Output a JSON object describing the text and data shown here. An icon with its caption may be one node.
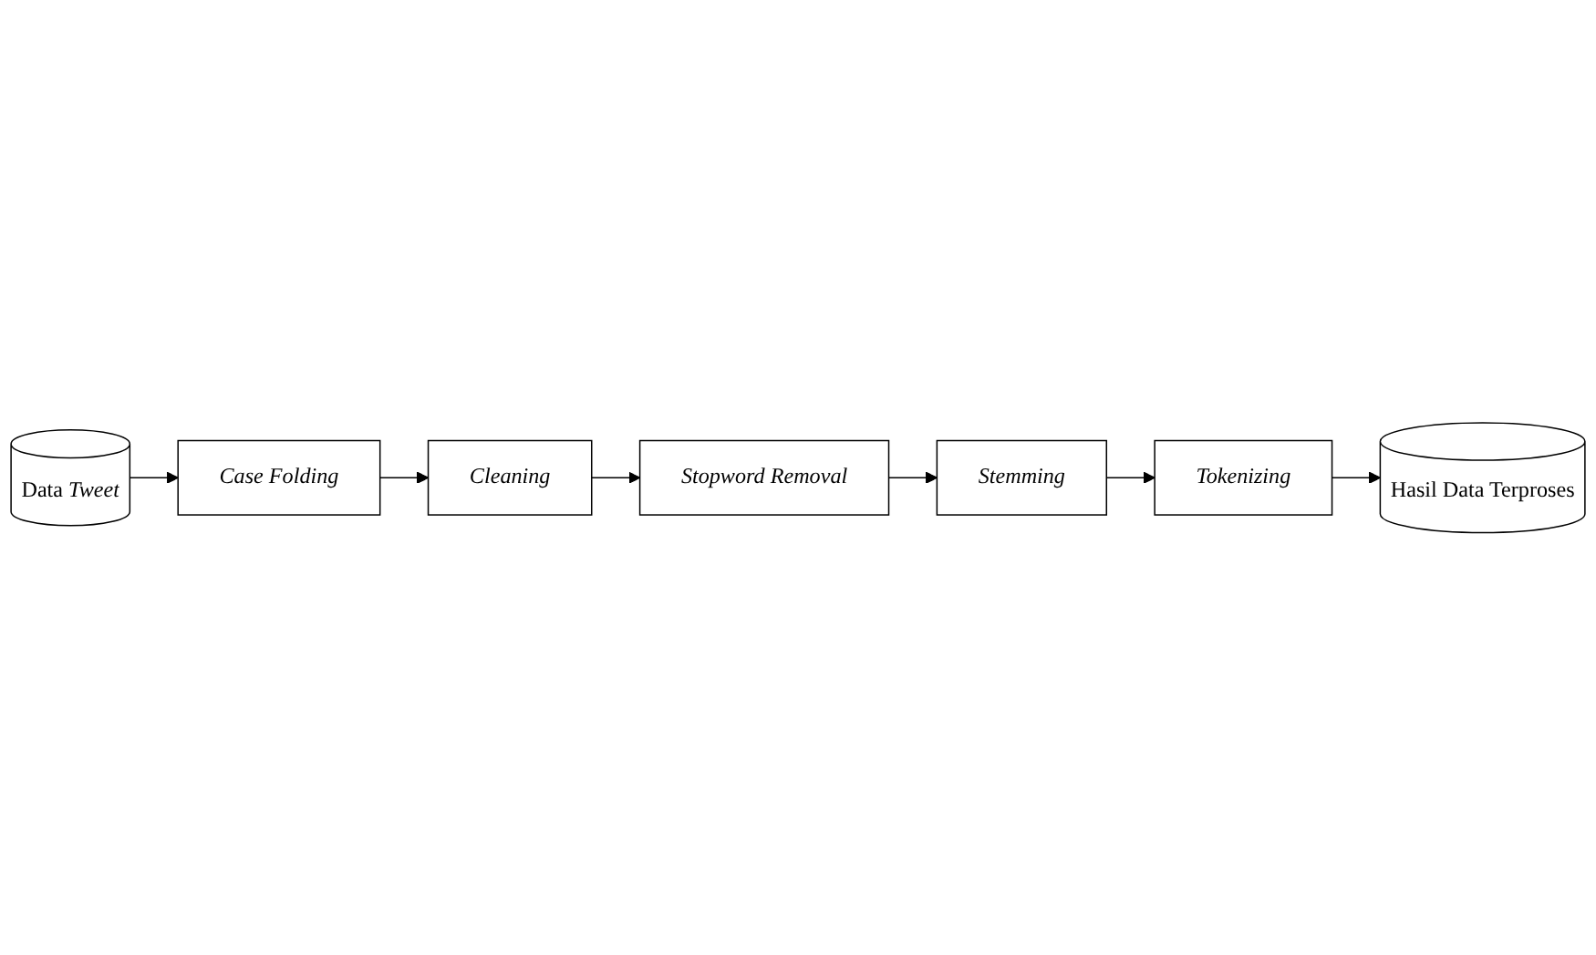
{
  "diagram": {
    "nodes": [
      {
        "text": [
          "Data *Tweet*"
        ]
      },
      {
        "text": [
          "Case Folding"
        ]
      },
      {
        "text": [
          "Cleaning"
        ]
      },
      {
        "text": [
          "Stopword Removal"
        ]
      },
      {
        "text": [
          "Stemming"
        ]
      },
      {
        "text": [
          "Tokenizing"
        ]
      },
      {
        "text": [
          "Hasil Data Terproses"
        ]
      }
    ],
    "edges": [
      {
        "from": 0,
        "to": 1,
        "arrow": "to"
      },
      {
        "from": 1,
        "to": 2,
        "arrow": "to"
      },
      {
        "from": 2,
        "to": 3,
        "arrow": "to"
      },
      {
        "from": 3,
        "to": 4,
        "arrow": "to"
      },
      {
        "from": 4,
        "to": 5,
        "arrow": "to"
      },
      {
        "from": 5,
        "to": 6,
        "arrow": "to"
      }
    ]
  }
}
